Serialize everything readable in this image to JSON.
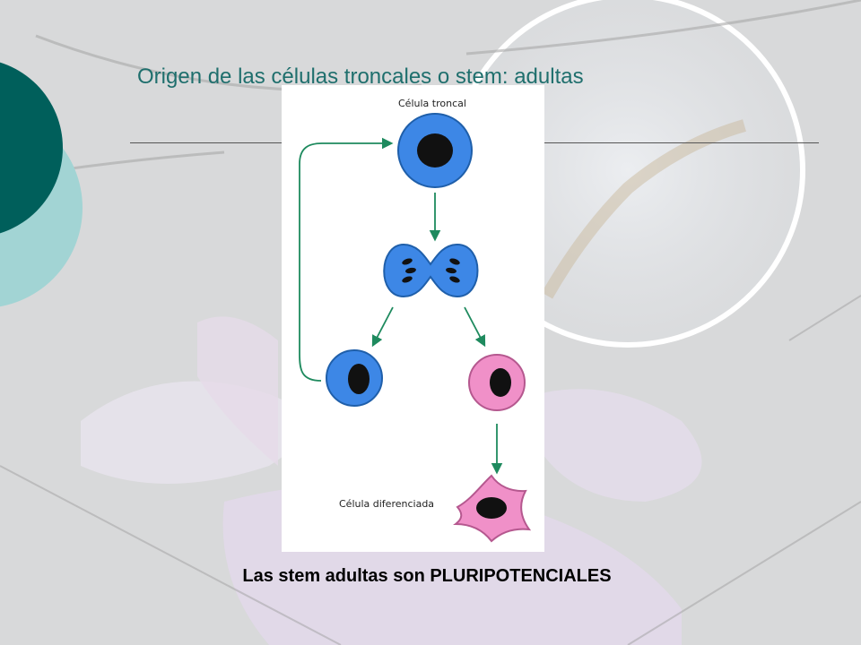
{
  "slide": {
    "title": "Origen de las células troncales o stem: adultas",
    "caption": "Las stem adultas son PLURIPOTENCIALES"
  },
  "diagram": {
    "label_top": "Célula troncal",
    "label_bottom": "Célula diferenciada"
  },
  "colors": {
    "title": "#1f6f6d",
    "stem_cell": "#3d87e6",
    "differentiated_cell": "#f090c8",
    "arrow": "#1e8a5e",
    "nucleus": "#111111",
    "accent_dark": "#005f5b",
    "accent_light": "#a2d4d4"
  }
}
